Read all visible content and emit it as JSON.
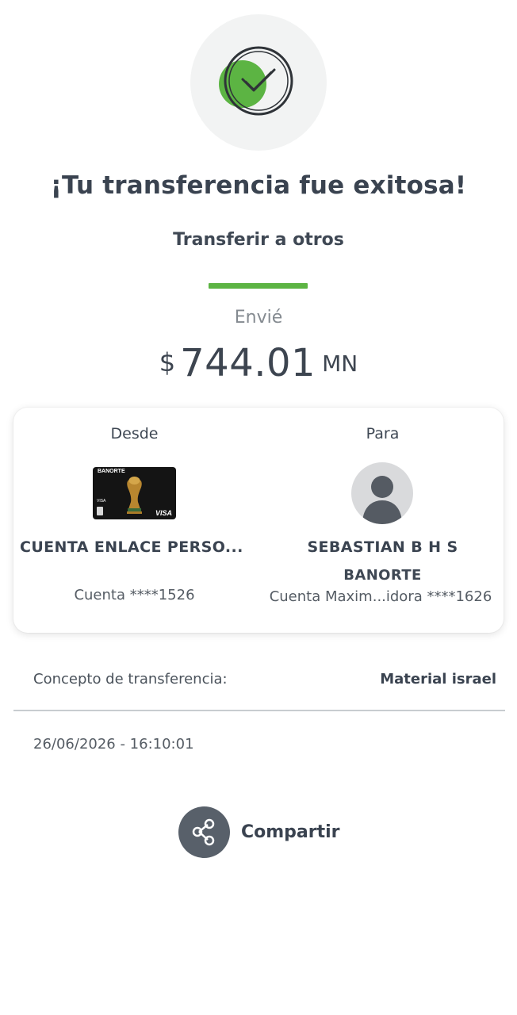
{
  "header": {
    "title": "¡Tu transferencia fue exitosa!",
    "subtitle": "Transferir a otros"
  },
  "amount": {
    "label": "Envié",
    "currency_symbol": "$",
    "value": "744.01",
    "unit": "MN"
  },
  "transfer": {
    "from": {
      "label": "Desde",
      "card_brand": "BANORTE",
      "card_network": "VISA",
      "name": "CUENTA ENLACE PERSO...",
      "account": "Cuenta ****1526"
    },
    "to": {
      "label": "Para",
      "name": "SEBASTIAN B H S",
      "bank": "BANORTE",
      "account": "Cuenta Maxim...idora ****1626"
    }
  },
  "details": {
    "concept_label": "Concepto de transferencia:",
    "concept_value": "Material israel",
    "datetime": "26/06/2026 - 16:10:01"
  },
  "actions": {
    "share_label": "Compartir"
  },
  "colors": {
    "accent_green": "#5cb443",
    "text_dark": "#3a4350",
    "share_button": "#58606a"
  }
}
